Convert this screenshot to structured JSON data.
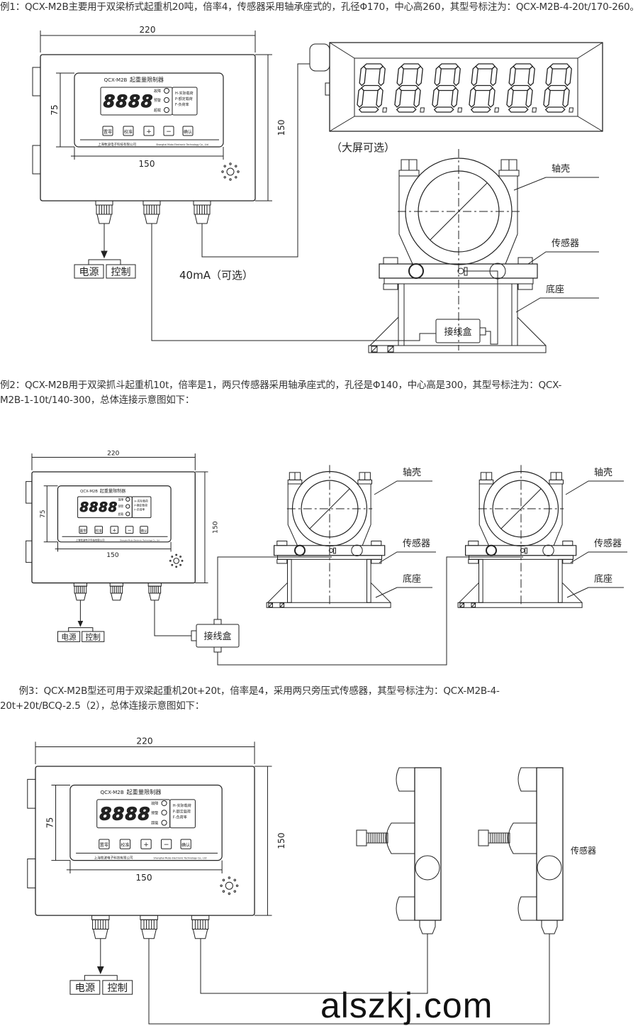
{
  "examples": [
    {
      "text_lines": [
        "例1：QCX-M2B主要用于双梁桥式起重机20吨，倍率4，传感器采用轴承座式的，孔径Φ170，中心高260，其型号标注为：QCX-M2B-4-20t/170-260。"
      ]
    },
    {
      "text_lines": [
        "例2：QCX-M2B用于双梁抓斗起重机10t，倍率是1，两只传感器采用轴承座式的，孔径是Φ140，中心高是300，其型号标注为：QCX-",
        "M2B-1-10t/140-300，总体连接示意图如下："
      ]
    },
    {
      "text_lines": [
        "　　例3：QCX-M2B型还可用于双梁起重机20t+20t，倍率是4，采用两只旁压式传感器，其型号标注为：QCX-M2B-4-",
        "20t+20t/BCQ-2.5（2），总体连接示意图如下："
      ]
    }
  ],
  "controller": {
    "dim_width": "220",
    "dim_panel_height": "75",
    "dim_panel_width": "150",
    "dim_height": "150",
    "model": "QCX-M2B",
    "name": "起重量限制器",
    "display_digits": "8888",
    "leds": [
      "故障",
      "预警",
      "超载"
    ],
    "legend": [
      "H-实际载荷",
      "P-额定载荷",
      "F-负荷率"
    ],
    "buttons": [
      "置零",
      "校准",
      "+",
      "−",
      "确认"
    ],
    "company": "上海牧波电子科技有限公司",
    "company_en": "Shanghai Mubo Electronic Technology Co., Ltd",
    "outputs": [
      "电源",
      "控制"
    ]
  },
  "diagram1": {
    "large_display_note": "（大屏可选）",
    "signal_note": "40mA（可选）",
    "labels": {
      "housing": "轴壳",
      "sensor": "传感器",
      "base": "底座"
    },
    "junction_box": "接线盒"
  },
  "diagram2": {
    "labels": {
      "housing": "轴壳",
      "sensor": "传感器",
      "base": "底座"
    },
    "junction_box": "接线盒"
  },
  "diagram3": {
    "labels": {
      "sensor": "传感器"
    }
  },
  "watermark": "alszkj.com"
}
